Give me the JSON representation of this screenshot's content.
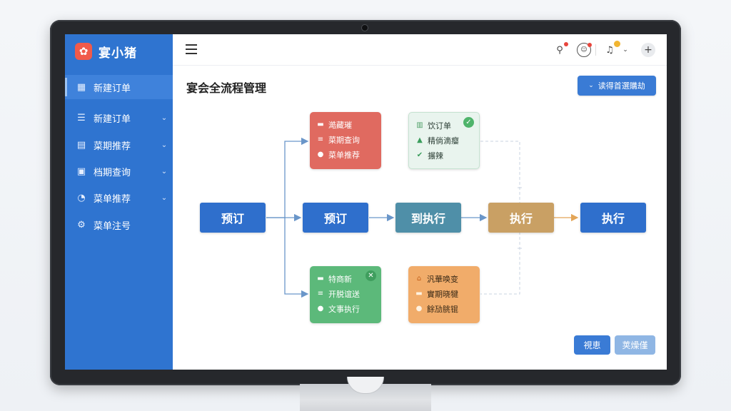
{
  "app": {
    "name": "宴小猪"
  },
  "sidebar": {
    "items": [
      {
        "label": "新建订单",
        "icon": "grid-icon"
      },
      {
        "label": "新建订单",
        "icon": "list-icon"
      },
      {
        "label": "菜期推荐",
        "icon": "document-icon"
      },
      {
        "label": "档期查询",
        "icon": "calendar-icon"
      },
      {
        "label": "菜单推荐",
        "icon": "pie-chart-icon"
      },
      {
        "label": "菜单注号",
        "icon": "gear-icon"
      }
    ]
  },
  "header": {
    "title": "宴会全流程管理",
    "action_label": "读得首選購劫"
  },
  "flow": {
    "nodes": [
      {
        "label": "预订",
        "color": "#2f6fcc"
      },
      {
        "label": "预订",
        "color": "#2f6fcc"
      },
      {
        "label": "到执行",
        "color": "#4f8fa8"
      },
      {
        "label": "执行",
        "color": "#c9a064"
      },
      {
        "label": "执行",
        "color": "#2f6fcc"
      }
    ],
    "cards": [
      {
        "color": "#e06a60",
        "rows": [
          "澔藏璀",
          "菜期查询",
          "菜单推荐"
        ]
      },
      {
        "color": "#e9f4ee",
        "rows": [
          "饮订单",
          "精倘滴瘿",
          "搌辣"
        ]
      },
      {
        "color": "#5cb97a",
        "rows": [
          "特商新",
          "开脱谊送",
          "文事执行"
        ]
      },
      {
        "color": "#f1ac6a",
        "rows": [
          "汎華唤变",
          "實期晓犍",
          "餘劢朓锟"
        ]
      }
    ]
  },
  "footer": {
    "btn_1": "視恵",
    "btn_2": "荚燥僅"
  },
  "colors": {
    "accent": "#2f74d0",
    "brand_logo": "#f15a4a"
  }
}
